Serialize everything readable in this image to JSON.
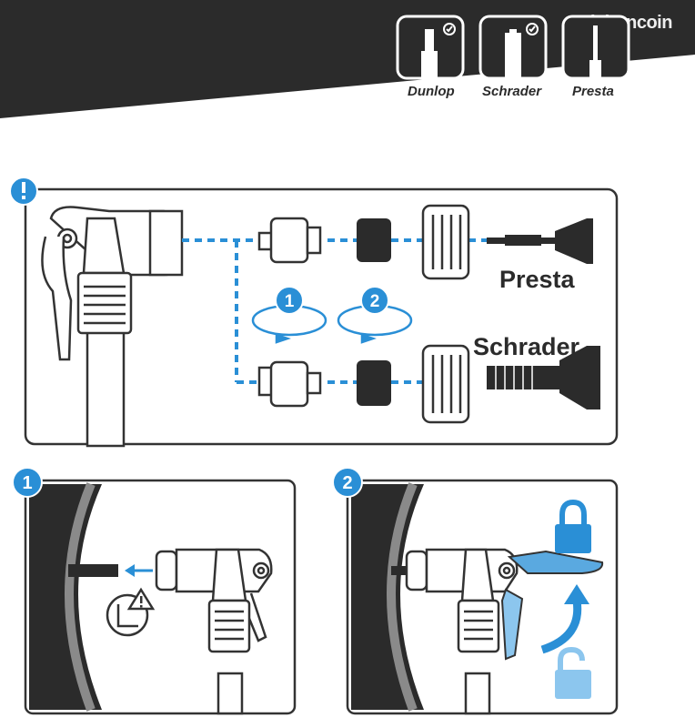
{
  "watermark": "leboncoin",
  "valve_types": [
    {
      "label": "Dunlop",
      "compatible": true
    },
    {
      "label": "Schrader",
      "compatible": true
    },
    {
      "label": "Presta",
      "compatible": false
    }
  ],
  "diagram": {
    "presta_label": "Presta",
    "schrader_label": "Schrader",
    "step_markers": [
      "1",
      "2"
    ]
  },
  "steps": [
    {
      "number": "1"
    },
    {
      "number": "2"
    }
  ],
  "colors": {
    "dark": "#2b2b2b",
    "accent": "#2a8fd6",
    "accent_light": "#8cc6ee",
    "line": "#333333"
  },
  "icons": [
    "exclamation-icon",
    "check-icon",
    "warning-icon",
    "lock-closed-icon",
    "lock-open-icon",
    "arrow-left-icon",
    "arrow-curved-up-icon"
  ]
}
